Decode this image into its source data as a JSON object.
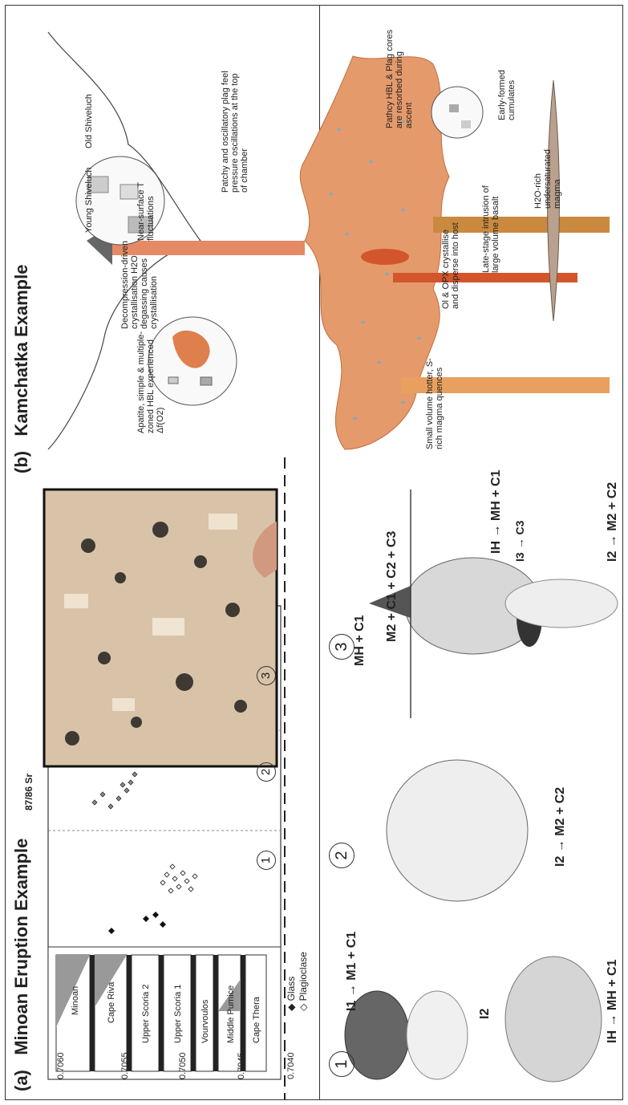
{
  "panel_a": {
    "letter": "(a)",
    "title": "Minoan Eruption Example",
    "y_axis_label": "87/86 Sr",
    "y_ticks": [
      "0.7040",
      "0.7045",
      "0.7050",
      "0.7055",
      "0.7060"
    ],
    "stratigraphy": [
      "Minoan",
      "Cape Riva",
      "Upper Scoria 2",
      "Upper Scoria 1",
      "Vourvoulos",
      "Middle Pumice",
      "Cape Thera"
    ],
    "legend": [
      "Glass",
      "Plagioclase"
    ],
    "stage_numbers": [
      "1",
      "2",
      "3"
    ],
    "equations": {
      "s1_top": "I1 → M1 + C1",
      "s1_inject": "I2",
      "s1_bottom": "IH → MH + C1",
      "s2": "I2 → M2 + C2",
      "s3_header1": "MH + C1",
      "s3_header2": "M2 + C1 + C2 + C3",
      "s3_mid": "IH → MH + C1",
      "s3_small": "I3 → C3",
      "s3_bottom": "I2 → M2 + C2"
    }
  },
  "panel_b": {
    "letter": "(b)",
    "title": "Kamchatka Example",
    "labels": {
      "young": "Young Shiveluch",
      "old": "Old Shiveluch",
      "near_surface": "Near-surface T fluctuations",
      "decompression": "Decompression-driven crystallisation H2O degassing causes crystallisation",
      "apatite": "Apatite, simple & multiple-zoned HBL experienced Δf(O2)",
      "patchy_plag": "Patchy and oscillatory plag feel pressure oscillations at the top of chamber",
      "pathcy_hbl": "Pathcy HBL & Plag cores are resorbed during ascent",
      "small_volume": "Small volume hotter, S-rich magma quences",
      "oi_opx": "Ol & OPX crystallise and disperse into host",
      "late_stage": "Late-stage intrusion of large volume basalt",
      "h2o_rich": "H2O-rich undersaturated magma",
      "early_cumulates": "Early-formed cumulates"
    }
  },
  "colors": {
    "magma_orange": "#e0865a",
    "magma_pale": "#e8b07d",
    "crystal_blue": "#8fa7b8",
    "dark_grey": "#555555",
    "mid_grey": "#bdbdbd",
    "light_grey": "#e6e6e6"
  }
}
